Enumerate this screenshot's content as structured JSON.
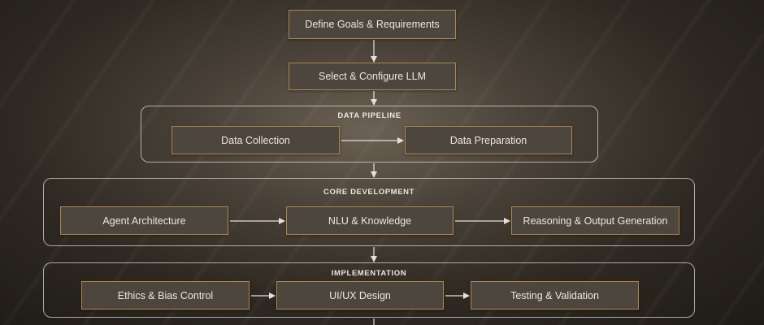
{
  "steps": {
    "define_goals": "Define Goals & Requirements",
    "select_llm": "Select & Configure LLM"
  },
  "data_pipeline": {
    "title": "DATA PIPELINE",
    "items": [
      "Data Collection",
      "Data Preparation"
    ]
  },
  "core_development": {
    "title": "CORE DEVELOPMENT",
    "items": [
      "Agent Architecture",
      "NLU & Knowledge",
      "Reasoning & Output Generation"
    ]
  },
  "implementation": {
    "title": "IMPLEMENTATION",
    "items": [
      "Ethics & Bias Control",
      "UI/UX Design",
      "Testing & Validation"
    ]
  }
}
